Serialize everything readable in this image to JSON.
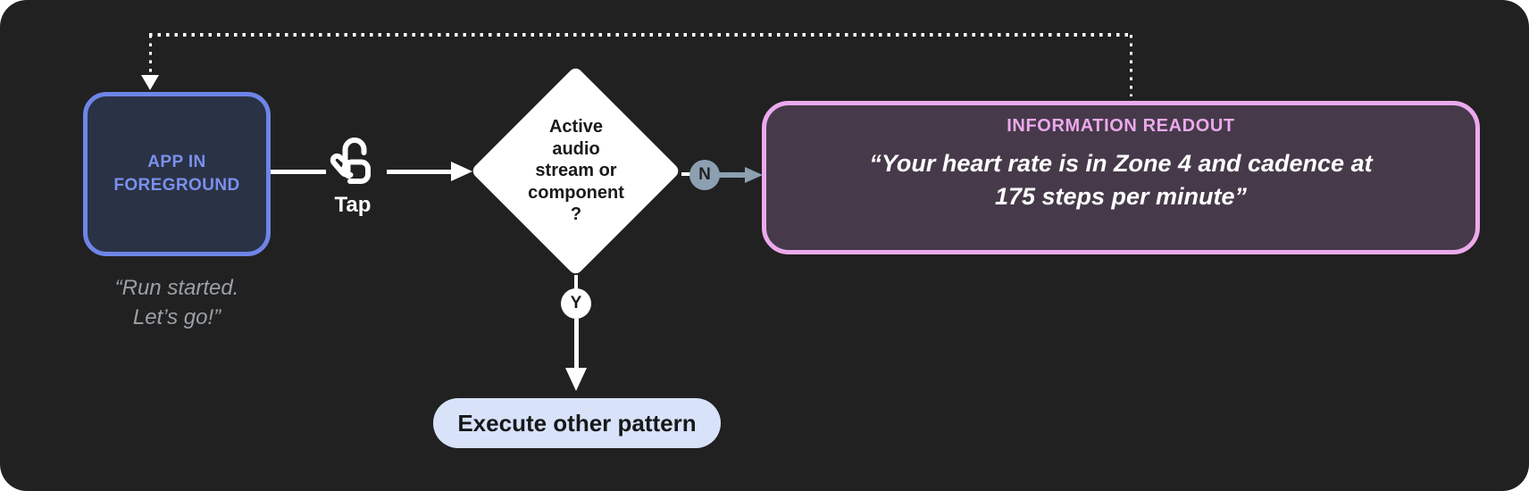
{
  "diagram": {
    "app_node": {
      "line1": "APP IN",
      "line2": "FOREGROUND"
    },
    "app_quote": {
      "line1": "“Run started.",
      "line2": "Let’s go!”"
    },
    "tap_label": "Tap",
    "decision": {
      "line1": "Active",
      "line2": "audio",
      "line3": "stream or",
      "line4": "component",
      "line5": "?"
    },
    "branch_no": "N",
    "branch_yes": "Y",
    "readout": {
      "title": "INFORMATION READOUT",
      "quote_line1": "“Your heart rate is in Zone 4 and cadence at",
      "quote_line2": "175 steps per minute”"
    },
    "execute_label": "Execute other pattern"
  },
  "colors": {
    "canvas_bg": "#212121",
    "app_border": "#6E85E7",
    "app_fill": "#2A3245",
    "app_text": "#7B90EC",
    "quote_gray": "#9AA0A6",
    "connector_white": "#FFFFFF",
    "slate": "#8CA0B2",
    "pink_border": "#ECA9ED",
    "pink_fill": "#463A4A",
    "pill_fill": "#D8E2F9",
    "diamond_fill": "#FFFFFF"
  }
}
